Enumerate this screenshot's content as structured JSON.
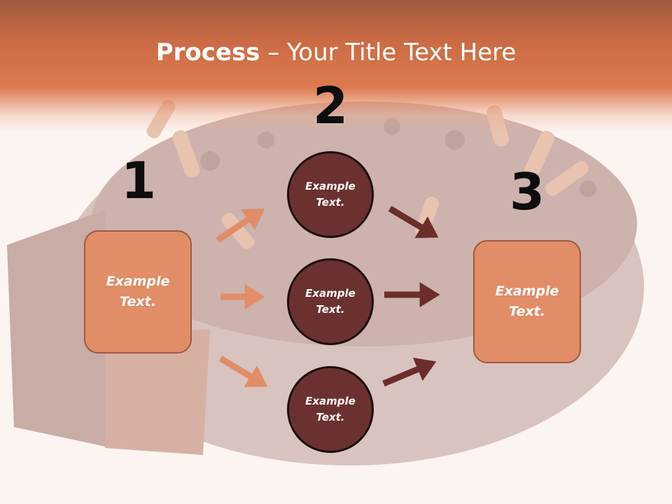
{
  "title": {
    "bold": "Process",
    "rest": " – Your Title Text Here"
  },
  "steps": {
    "one": "1",
    "two": "2",
    "three": "3"
  },
  "left_box": {
    "line1": "Example",
    "line2": "Text."
  },
  "circles": [
    {
      "line1": "Example",
      "line2": "Text."
    },
    {
      "line1": "Example",
      "line2": "Text."
    },
    {
      "line1": "Example",
      "line2": "Text."
    }
  ],
  "right_box": {
    "line1": "Example",
    "line2": "Text."
  },
  "colors": {
    "banner": "#cb6b45",
    "box_fill": "#e08d68",
    "circle_fill": "#6b3130",
    "arrow_light": "#e08d68",
    "arrow_dark": "#6b2e2a"
  }
}
